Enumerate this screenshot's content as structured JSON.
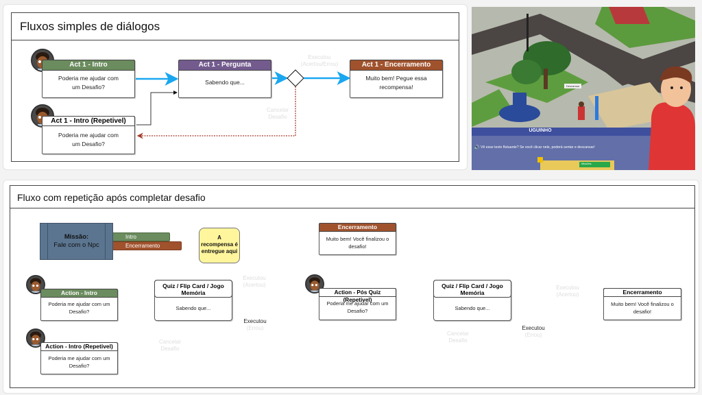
{
  "top_panel": {
    "title": "Fluxos simples de diálogos",
    "nodes": {
      "intro": {
        "title": "Act 1 - Intro",
        "text": "Poderia me ajudar com um Desafio?",
        "color": "#6b8c5e"
      },
      "intro_rep": {
        "title": "Act 1 - Intro (Repetivel)",
        "text": "Poderia me ajudar com um Desafio?"
      },
      "pergunta": {
        "title": "Act 1 - Pergunta",
        "text": "Sabendo que...",
        "color": "#735b8e"
      },
      "encerramento": {
        "title": "Act 1 - Encerramento",
        "text": "Muito bem! Pegue essa recompensa!",
        "color": "#a0522d"
      }
    },
    "labels": {
      "executou": "Executou (Acertou/Errou)",
      "cancelar": "Cancelar Desafio"
    }
  },
  "game_screenshot": {
    "npc_name": "UGUINHO",
    "dialog_text": "Vê esse texto flutuante? Se você clicar nele, poderá sentar e descansar!",
    "bottom_button": "Missões",
    "sign_label": "Descansar",
    "colors": {
      "dialog_bar": "#3e4f9e",
      "shirt": "#e03535"
    }
  },
  "bottom_panel": {
    "title": "Fluxo com repetição após completar desafio",
    "mission": {
      "title": "Missão:",
      "subtitle": "Fale com o Npc",
      "tabs": [
        {
          "label": "Intro",
          "color": "#6b8c5e"
        },
        {
          "label": "Encerramento",
          "color": "#a0522d"
        }
      ]
    },
    "callout": "A recompensa é entregue aqui",
    "nodes": {
      "action_intro": {
        "title": "Action - Intro",
        "text": "Poderia me ajudar com um Desafio?",
        "color": "#6b8c5e"
      },
      "action_intro_rep": {
        "title": "Action - Intro (Repetivel)",
        "text": "Poderia me ajudar com um Desafio?"
      },
      "quiz1": {
        "title": "Quiz / Flip Card / Jogo Memória",
        "text": "Sabendo que..."
      },
      "encerramento1": {
        "title": "Encerramento",
        "text": "Muito bem! Você finalizou o desafio!",
        "color": "#a0522d"
      },
      "pos_quiz": {
        "title": "Action - Pós Quiz (Repetivel)",
        "text": "Poderia me ajudar com um Desafio?"
      },
      "quiz2": {
        "title": "Quiz / Flip Card / Jogo Memória",
        "text": "Sabendo que..."
      },
      "encerramento2": {
        "title": "Encerramento",
        "text": "Muito bem! Você finalizou o desafio!"
      }
    },
    "labels": {
      "executou_acertou": "Executou (Acertou)",
      "executou": "Executou",
      "errou": "(Errou)",
      "cancelar": "Cancelar Desafio"
    }
  },
  "colors": {
    "flow_blue": "#1aa7f0",
    "cancel_red": "#a33a2a",
    "callout_yellow": "#fff59d"
  }
}
